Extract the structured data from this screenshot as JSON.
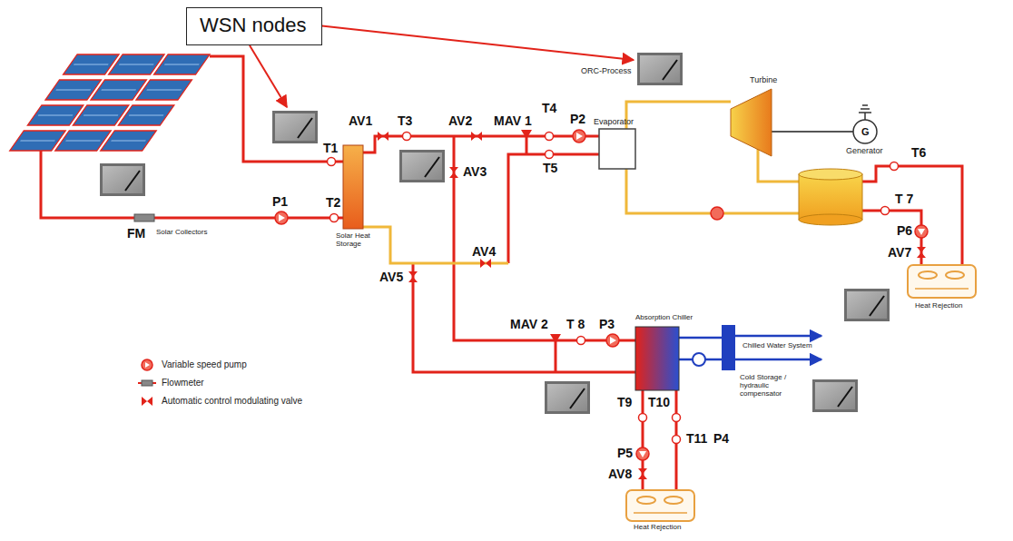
{
  "diagram": {
    "nodes": [
      {
        "text": [
          "WSN nodes"
        ]
      }
    ],
    "labels": [
      "ORC-Process",
      "Turbine",
      "AV1",
      "T3",
      "AV2",
      "MAV 1",
      "T4",
      "P2",
      "Evaporator",
      "G",
      "T1",
      "T6",
      "Generator",
      "AV3",
      "T5",
      "P1",
      "T2",
      "T 7",
      "FM",
      "Solar Collectors",
      "Solar Heat Storage",
      "P6",
      "AV4",
      "AV5",
      "AV7",
      "Heat Rejection",
      "MAV 2",
      "T 8",
      "P3",
      "Absorption Chiller",
      "Chilled Water System",
      "T9",
      "T10",
      "T11",
      "P4",
      "Cold Storage / hydraulic compensator",
      "P5",
      "AV8",
      "Heat Rejection"
    ],
    "legend": [
      {
        "text": "Variable speed pump"
      },
      {
        "text": "Flowmeter"
      },
      {
        "text": "Automatic control modulating valve"
      }
    ]
  }
}
